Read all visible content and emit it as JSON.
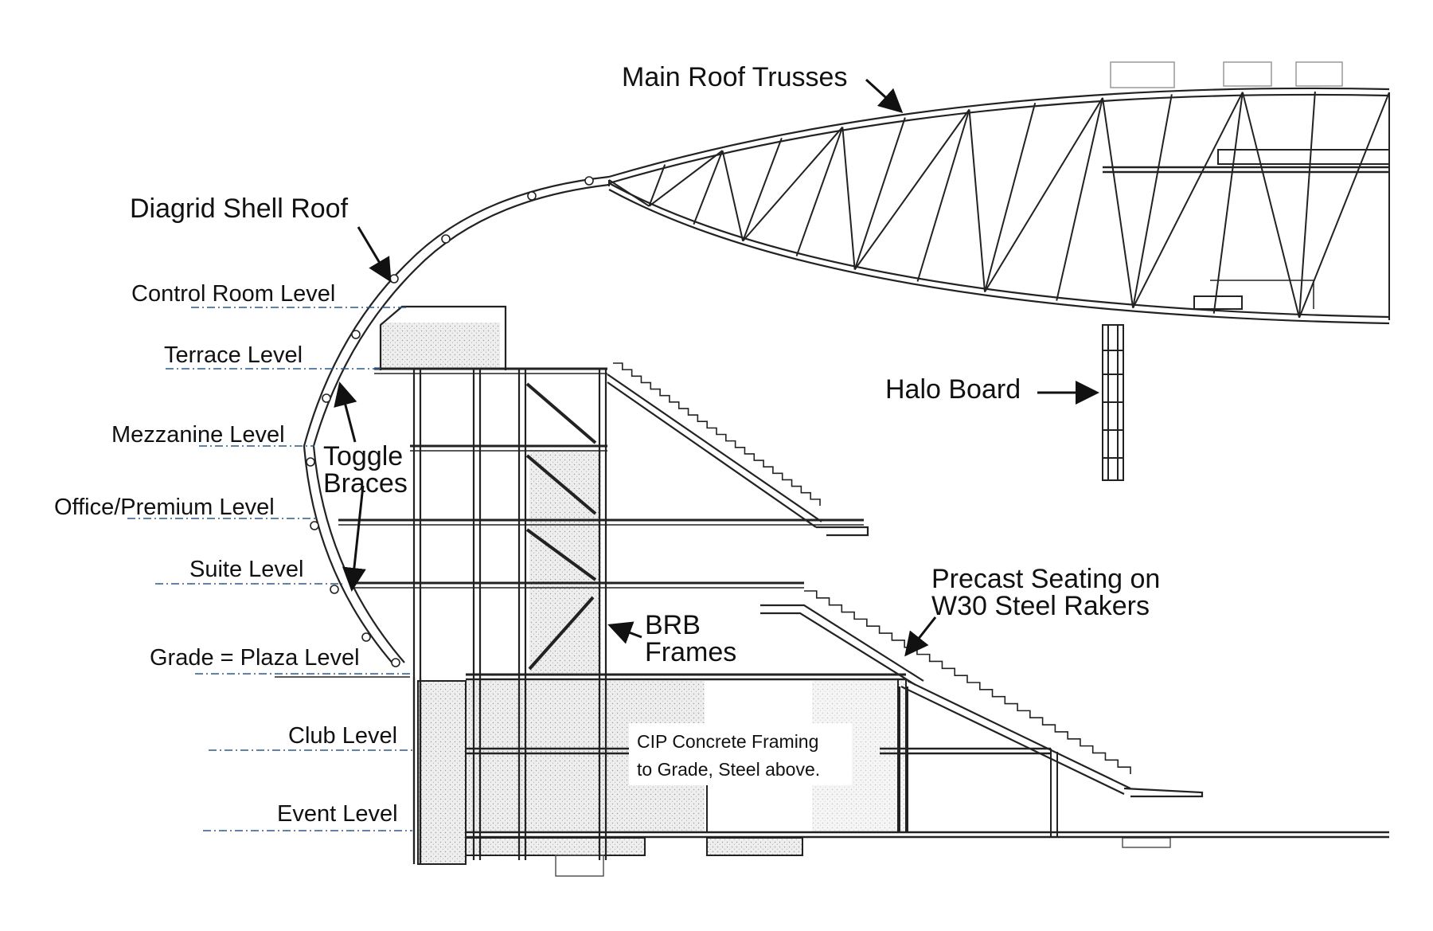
{
  "labels": {
    "main_roof_trusses": "Main Roof Trusses",
    "diagrid_shell_roof": "Diagrid Shell Roof",
    "halo_board": "Halo Board",
    "toggle_braces": [
      "Toggle",
      "Braces"
    ],
    "brb_frames": [
      "BRB",
      "Frames"
    ],
    "precast_seating": [
      "Precast Seating on",
      "W30 Steel Rakers"
    ],
    "cip_note": [
      "CIP Concrete Framing",
      "to Grade, Steel above."
    ]
  },
  "levels": [
    "Control Room Level",
    "Terrace Level",
    "Mezzanine Level",
    "Office/Premium Level",
    "Suite Level",
    "Grade = Plaza Level",
    "Club Level",
    "Event Level"
  ],
  "colors": {
    "line": "#222222",
    "hatch": "#9a9a9a",
    "level_dash": "#2d5a8a",
    "concrete_fill": "#e9e9e9"
  }
}
